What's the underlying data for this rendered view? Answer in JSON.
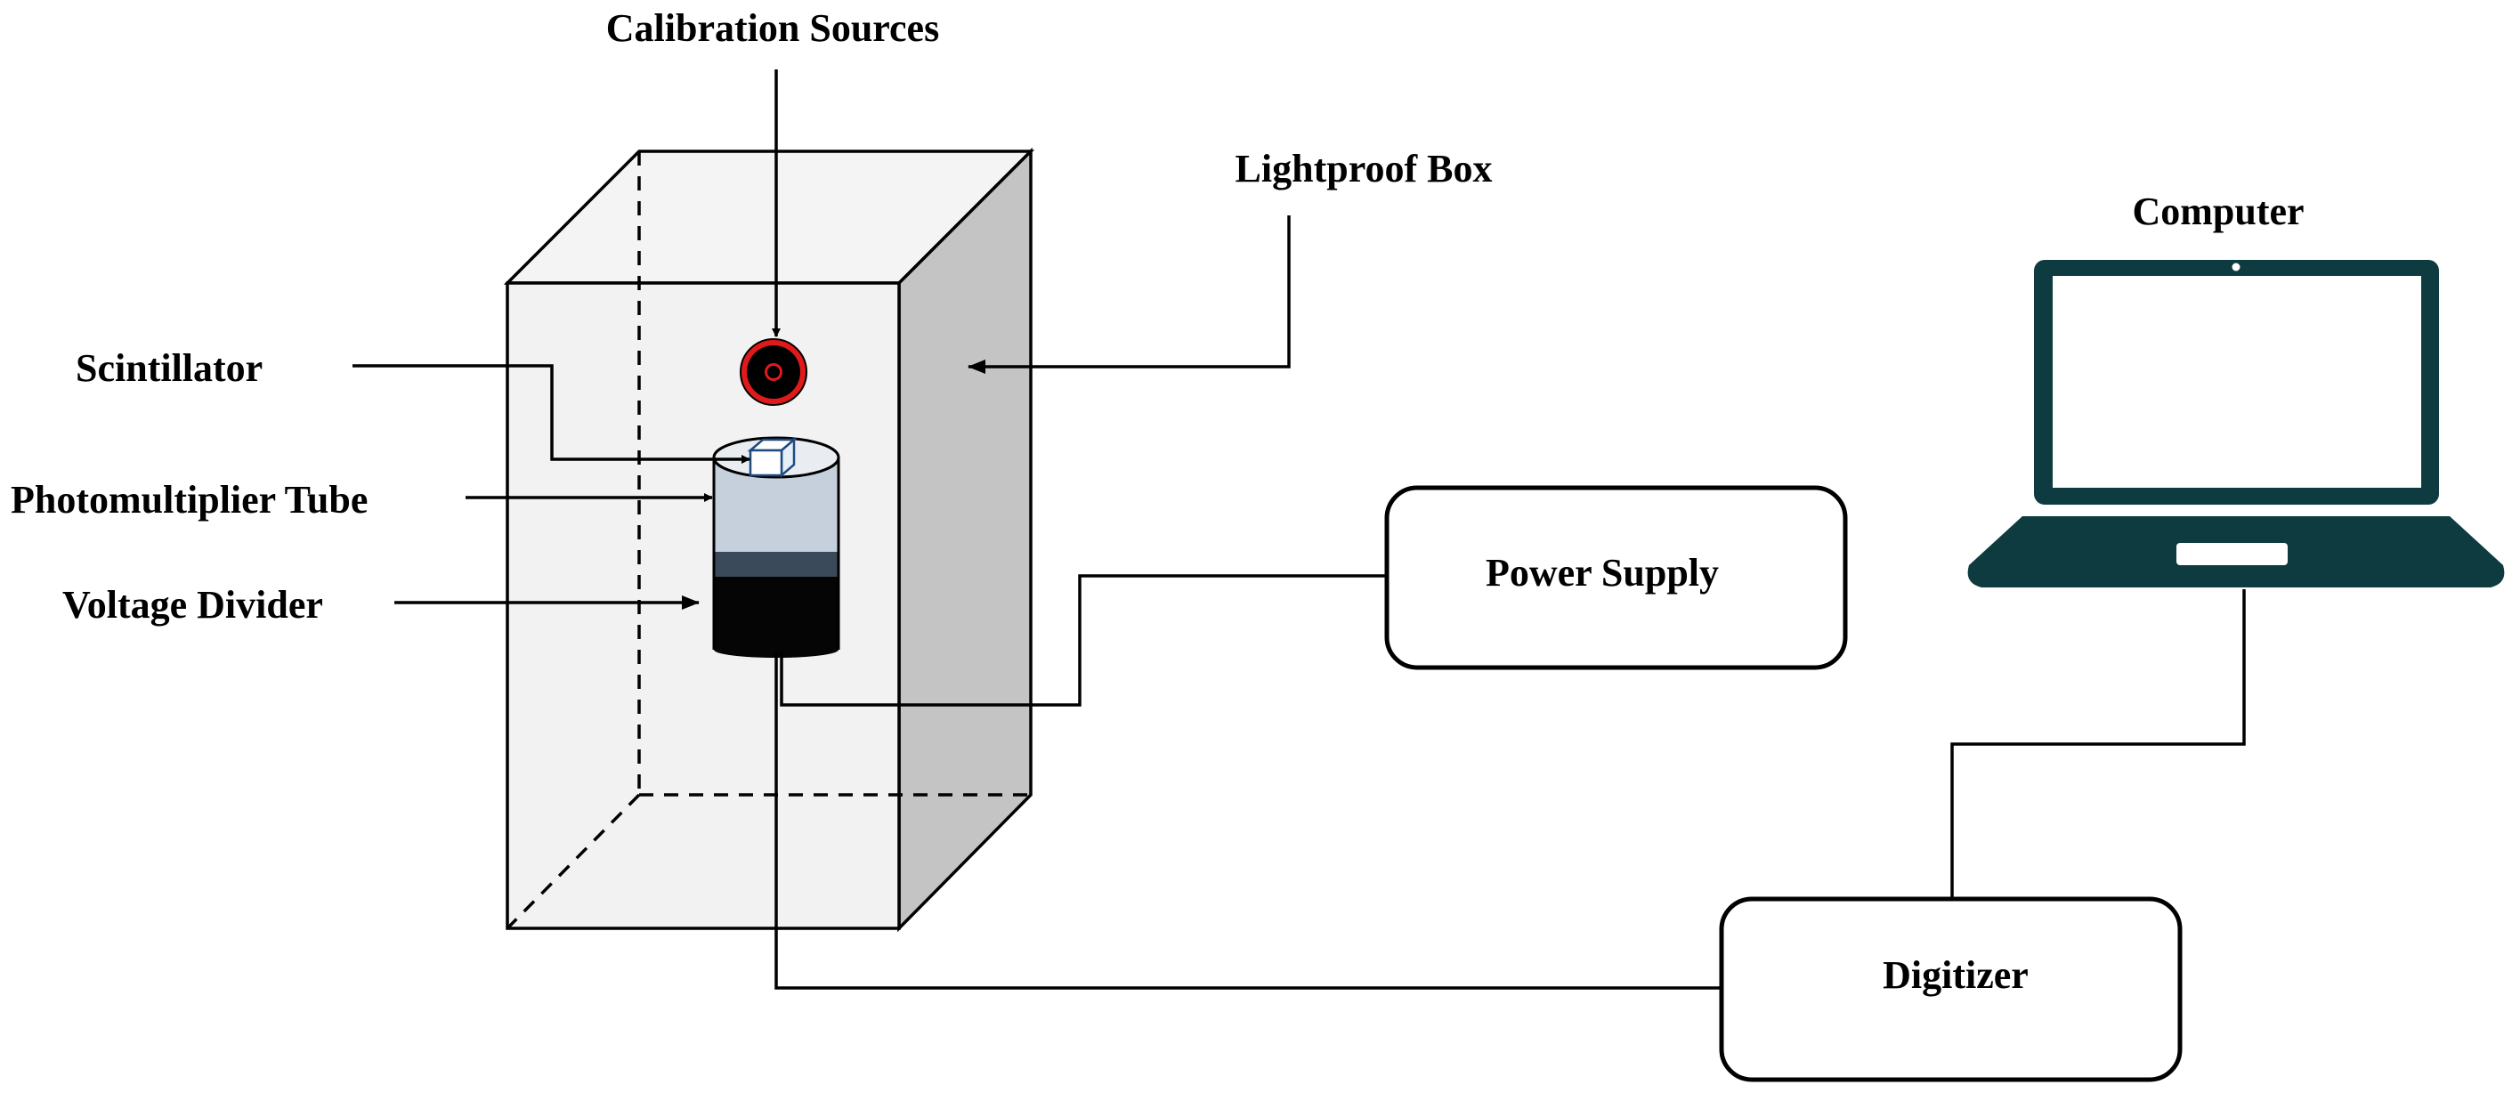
{
  "labels": {
    "calibration_sources": "Calibration Sources",
    "lightproof_box": "Lightproof Box",
    "scintillator": "Scintillator",
    "photomultiplier_tube": "Photomultiplier Tube",
    "voltage_divider": "Voltage Divider",
    "power_supply": "Power Supply",
    "computer": "Computer",
    "digitizer": "Digitizer"
  },
  "icons": {
    "radiation_source": "radiation-trefoil-icon",
    "computer": "laptop-icon"
  },
  "colors": {
    "box_front": "#f2f2f2",
    "box_side": "#c4c4c4",
    "radiation_red": "#e01a1a",
    "pmt_glass": "#c6d0dc",
    "pmt_dark": "#3b4a5a",
    "divider_black": "#050505",
    "laptop": "#0d3b3f"
  }
}
